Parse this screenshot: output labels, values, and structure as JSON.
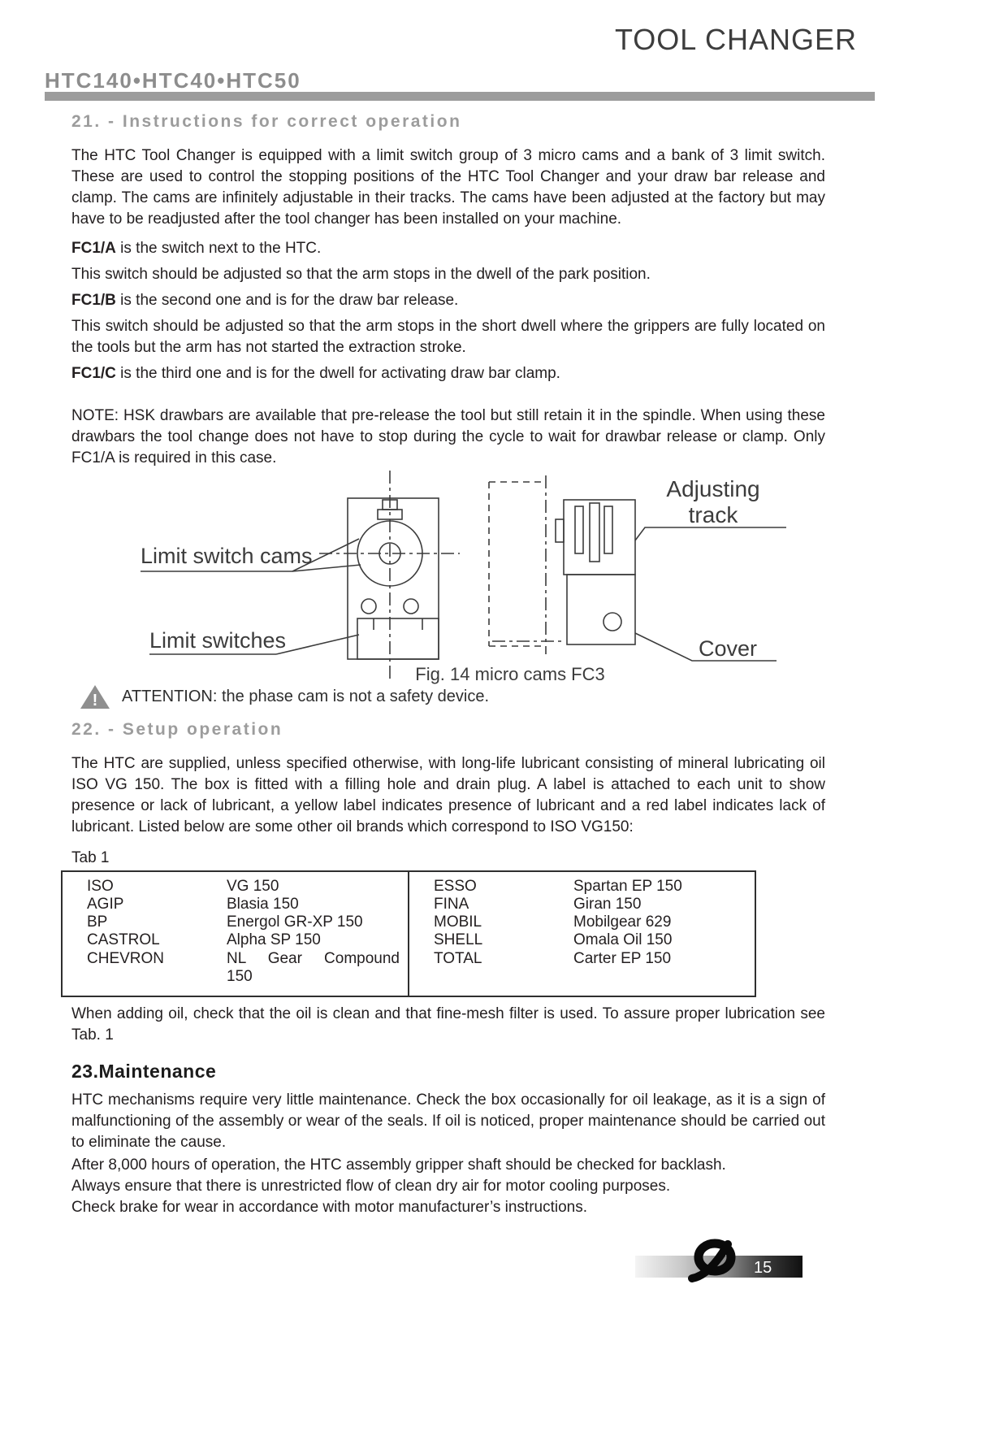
{
  "header": {
    "title": "TOOL CHANGER",
    "models": "HTC140•HTC40•HTC50"
  },
  "section21": {
    "heading": "21. - Instructions for correct operation",
    "para1": "The HTC Tool Changer is equipped with a limit switch group of 3 micro cams and a bank of 3 limit switch.  These are used to control the stopping positions of the HTC Tool Changer and your draw bar release and clamp.  The cams are infinitely adjustable in their tracks.  The cams have been adjusted at the factory but may have to be readjusted after the tool changer has been installed on your machine.",
    "fc1a": {
      "label": "FC1/A",
      "text": " is the switch next to the HTC."
    },
    "fc1a_desc": "This switch should be adjusted so that the arm stops in the dwell of the park position.",
    "fc1b": {
      "label": "FC1/B",
      "text": " is the second one and is for the draw bar release."
    },
    "fc1b_desc": "This switch should be adjusted so that the arm stops in the short dwell where the grippers are fully located on the tools but the arm has not started the extraction stroke.",
    "fc1c": {
      "label": "FC1/C",
      "text": " is the third one and is for the dwell for activating draw bar clamp."
    },
    "note": "NOTE:  HSK drawbars are available that pre-release the tool but still retain it in the spindle.  When using these drawbars the tool change does not have to stop during the cycle to wait for drawbar release or clamp.  Only FC1/A is required in this case."
  },
  "figure": {
    "label_cams": "Limit switch cams",
    "label_switches": "Limit switches",
    "label_adjusting_line1": "Adjusting",
    "label_adjusting_line2": "track",
    "label_cover": "Cover",
    "caption": "Fig. 14 micro cams FC3",
    "attention_icon": "!",
    "attention": "ATTENTION: the phase cam is not a safety device."
  },
  "section22": {
    "heading": "22. - Setup operation",
    "para1": "The HTC are supplied, unless specified otherwise,  with long-life lubricant consisting of mineral lubricating oil ISO VG  150.  The box is fitted with a filling hole and drain plug.  A label is attached to each unit to show presence or lack of lubricant, a yellow label indicates presence of lubricant and a red label indicates lack of lubricant.  Listed below are some other oil brands which correspond to ISO VG150:",
    "table_label": "Tab 1",
    "oil_table": {
      "left": [
        {
          "brand": "ISO",
          "oil": "VG 150"
        },
        {
          "brand": "AGIP",
          "oil": "Blasia 150"
        },
        {
          "brand": "BP",
          "oil": "Energol GR-XP 150"
        },
        {
          "brand": "CASTROL",
          "oil": "Alpha SP 150"
        },
        {
          "brand": "CHEVRON",
          "oil": "NL Gear Compound\n150"
        }
      ],
      "right": [
        {
          "brand": "ESSO",
          "oil": "Spartan EP 150"
        },
        {
          "brand": "FINA",
          "oil": "Giran 150"
        },
        {
          "brand": "MOBIL",
          "oil": "Mobilgear 629"
        },
        {
          "brand": "SHELL",
          "oil": "Omala Oil 150"
        },
        {
          "brand": "TOTAL",
          "oil": "Carter EP 150"
        }
      ]
    },
    "para2": "When adding oil, check that the oil is clean and that fine-mesh filter is used.  To assure proper lubrication see Tab. 1"
  },
  "section23": {
    "heading": "23.Maintenance",
    "para1": "HTC mechanisms require very little maintenance.  Check the box occasionally for oil leakage, as it is a sign of malfunctioning of the assembly or wear of the seals.  If oil is noticed, proper maintenance should be carried out to eliminate the cause.",
    "para2": "After 8,000 hours of operation, the HTC assembly gripper shaft should be checked for backlash.",
    "para3": "Always ensure that there is unrestricted flow of clean dry air for motor cooling purposes.",
    "para4": "Check brake for wear in accordance with motor manufacturer’s instructions."
  },
  "footer": {
    "page_number": "15"
  }
}
